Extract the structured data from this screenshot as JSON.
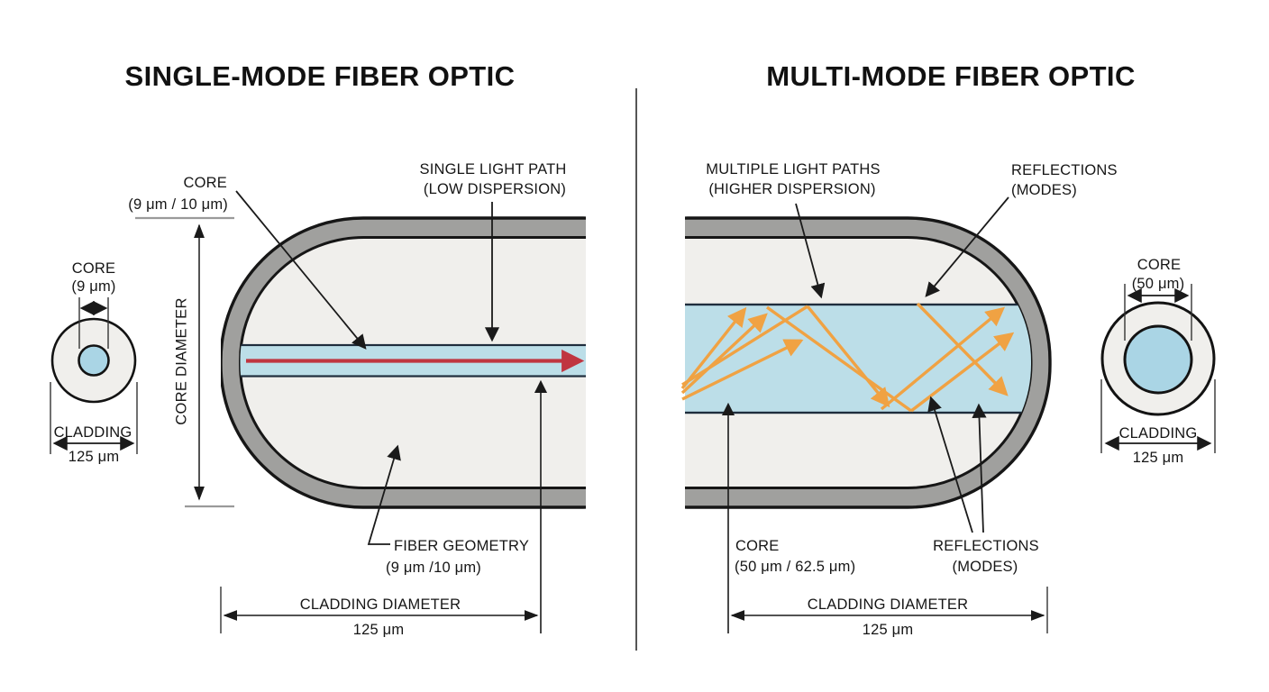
{
  "colors": {
    "background": "#ffffff",
    "cladding_gray": "#a0a09e",
    "fiber_inner": "#f0efec",
    "core_blue": "#bcdee8",
    "cross_section_core_blue": "#aad5e5",
    "outline": "#161616",
    "red_ray": "#c03540",
    "orange_ray": "#f0a243",
    "dimension_line": "#1a1a1a",
    "tick_gray": "#9a9a9a"
  },
  "left_panel": {
    "title": "SINGLE-MODE FIBER OPTIC",
    "cross_section": {
      "core_label": "CORE",
      "core_value": "(9 μm)",
      "cladding_label": "CLADDING",
      "cladding_value": "125 μm"
    },
    "core_callout": {
      "label": "CORE",
      "value": "(9 μm / 10 μm)"
    },
    "light_path": {
      "line1": "SINGLE LIGHT PATH",
      "line2": "(LOW DISPERSION)"
    },
    "core_diameter_label": "CORE DIAMETER",
    "fiber_geometry": {
      "label": "FIBER GEOMETRY",
      "value": "(9 μm /10 μm)"
    },
    "cladding_diameter": {
      "label": "CLADDING DIAMETER",
      "value": "125 μm"
    }
  },
  "right_panel": {
    "title": "MULTI-MODE FIBER OPTIC",
    "light_paths": {
      "line1": "MULTIPLE LIGHT PATHS",
      "line2": "(HIGHER DISPERSION)"
    },
    "reflections_top": {
      "line1": "REFLECTIONS",
      "line2": "(MODES)"
    },
    "core_callout": {
      "label": "CORE",
      "value": "(50 μm / 62.5 μm)"
    },
    "reflections_bottom": {
      "line1": "REFLECTIONS",
      "line2": "(MODES)"
    },
    "cladding_diameter": {
      "label": "CLADDING DIAMETER",
      "value": "125 μm"
    },
    "cross_section": {
      "core_label": "CORE",
      "core_value": "(50 μm)",
      "cladding_label": "CLADDING",
      "cladding_value": "125 μm"
    }
  }
}
